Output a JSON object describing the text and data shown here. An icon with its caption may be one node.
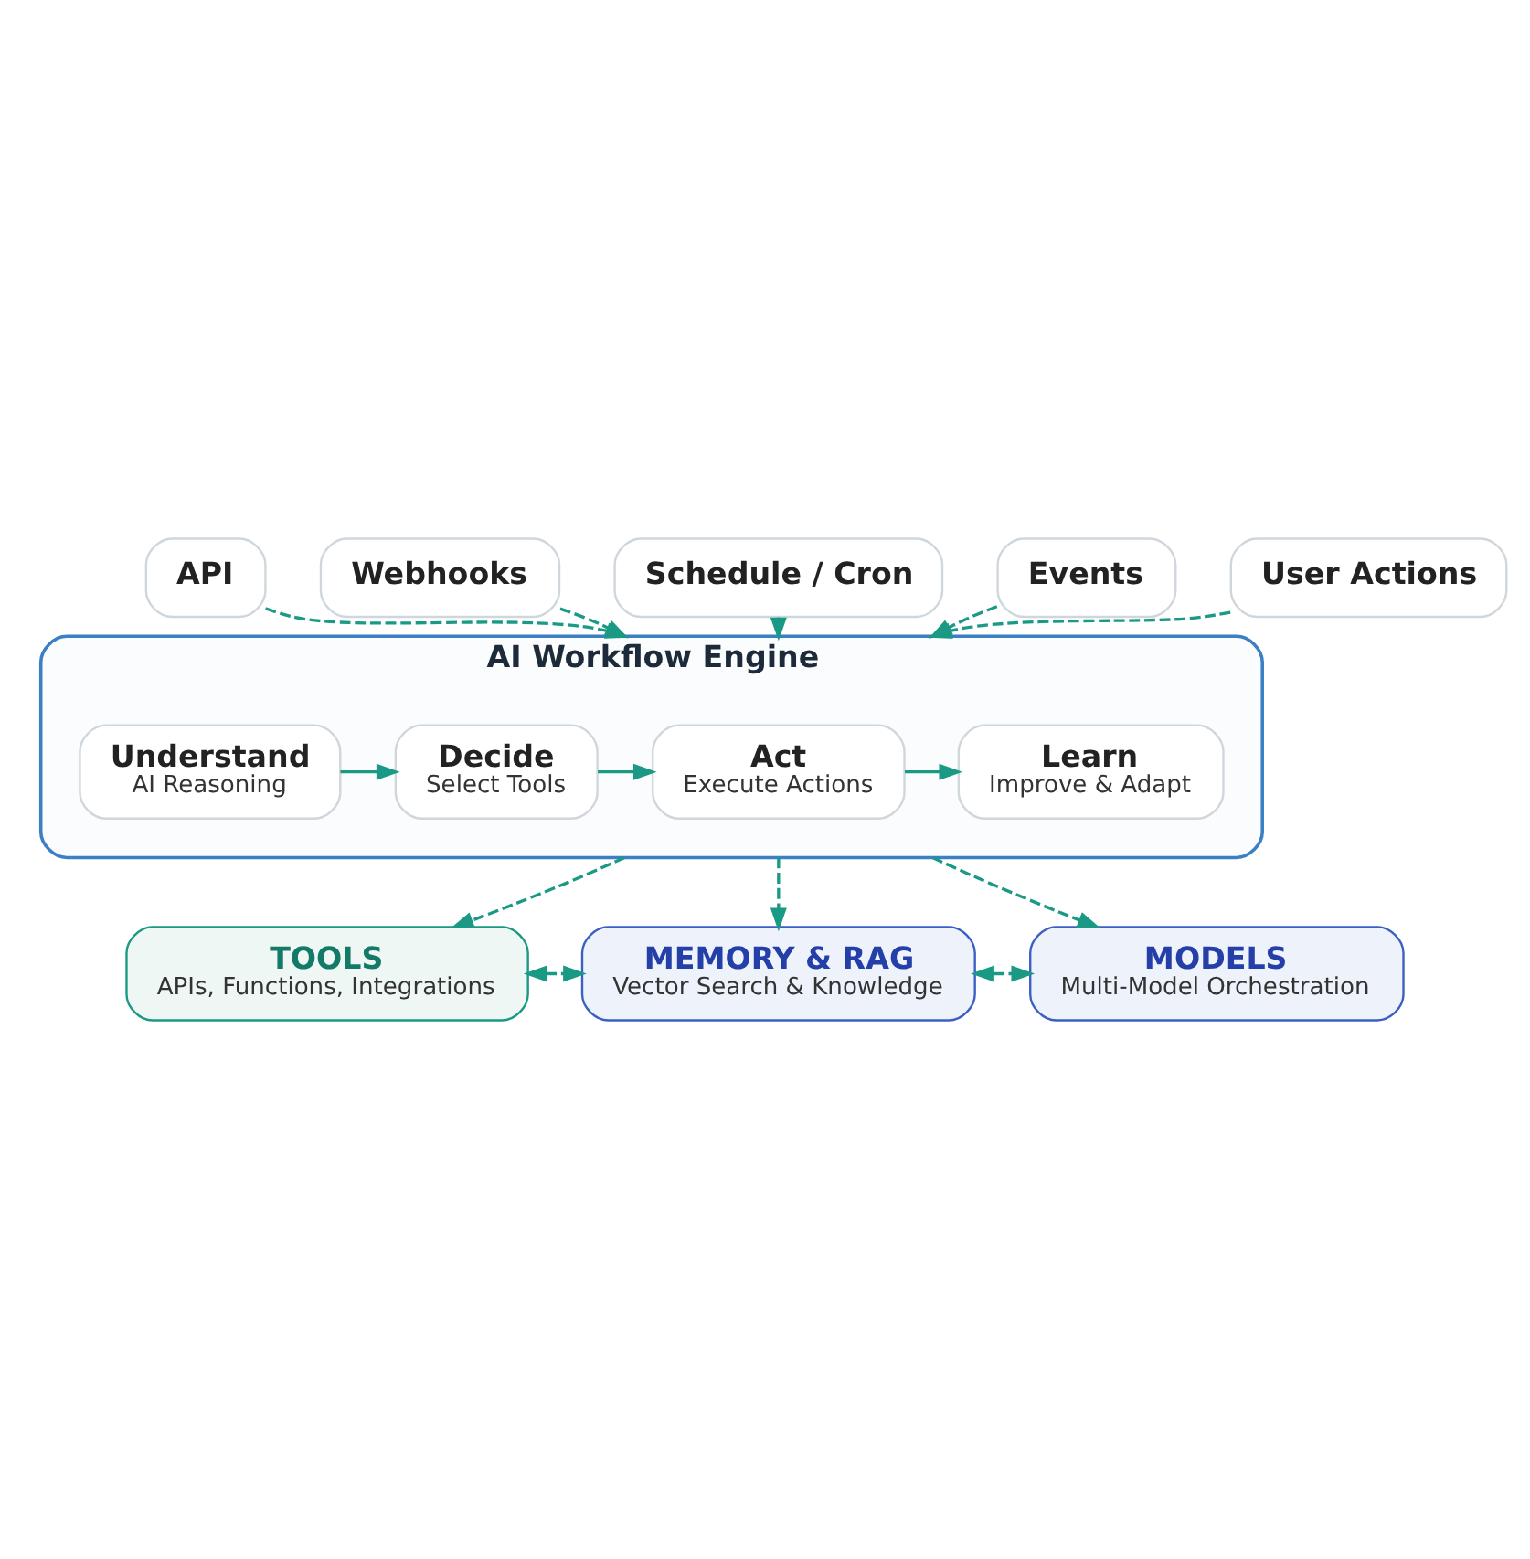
{
  "diagram": {
    "nodes": [
      {
        "text": [
          "API"
        ]
      },
      {
        "text": [
          "Webhooks"
        ]
      },
      {
        "text": [
          "Schedule / Cron"
        ]
      },
      {
        "text": [
          "Events"
        ]
      },
      {
        "text": [
          "User Actions"
        ]
      },
      {
        "text": [
          "AI Workflow Engine"
        ]
      },
      {
        "text": [
          "Understand",
          "AI Reasoning"
        ],
        "in": 5
      },
      {
        "text": [
          "Decide",
          "Select Tools"
        ],
        "in": 5
      },
      {
        "text": [
          "Act",
          "Execute Actions"
        ],
        "in": 5
      },
      {
        "text": [
          "Learn",
          "Improve & Adapt"
        ],
        "in": 5
      },
      {
        "text": [
          "TOOLS",
          "APIs, Functions, Integrations"
        ]
      },
      {
        "text": [
          "MEMORY & RAG",
          "Vector Search & Knowledge"
        ]
      },
      {
        "text": [
          "MODELS",
          "Multi-Model Orchestration"
        ]
      }
    ],
    "edges": [
      {
        "from": 0,
        "to": 5,
        "arrow": "to",
        "style": "dashed"
      },
      {
        "from": 1,
        "to": 5,
        "arrow": "to",
        "style": "dashed"
      },
      {
        "from": 2,
        "to": 5,
        "arrow": "to",
        "style": "dashed"
      },
      {
        "from": 3,
        "to": 5,
        "arrow": "to",
        "style": "dashed"
      },
      {
        "from": 4,
        "to": 5,
        "arrow": "to",
        "style": "dashed"
      },
      {
        "from": 6,
        "to": 7,
        "arrow": "to"
      },
      {
        "from": 7,
        "to": 8,
        "arrow": "to"
      },
      {
        "from": 8,
        "to": 9,
        "arrow": "to"
      },
      {
        "from": 5,
        "to": 10,
        "arrow": "to",
        "style": "dashed"
      },
      {
        "from": 5,
        "to": 11,
        "arrow": "to",
        "style": "dashed"
      },
      {
        "from": 5,
        "to": 12,
        "arrow": "to",
        "style": "dashed"
      },
      {
        "from": 10,
        "to": 11,
        "arrow": "both",
        "style": "dashed"
      },
      {
        "from": 11,
        "to": 12,
        "arrow": "both",
        "style": "dashed"
      }
    ]
  }
}
